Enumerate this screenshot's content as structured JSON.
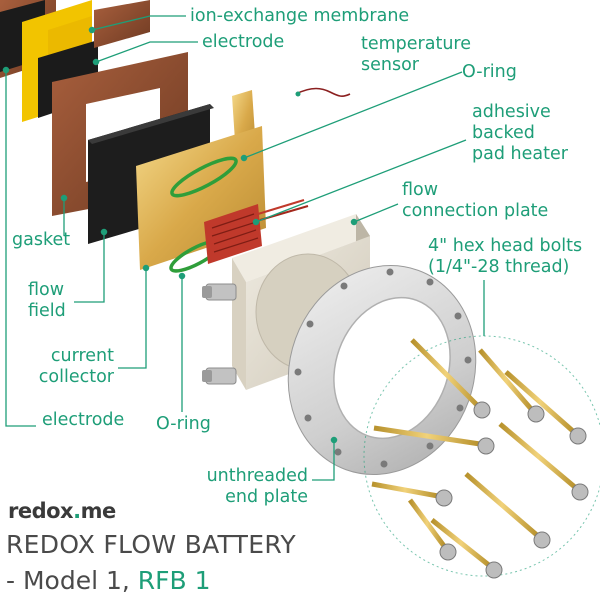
{
  "labels": {
    "ion_exchange_membrane": "ion-exchange membrane",
    "electrode_top": "electrode",
    "temperature_sensor": [
      "temperature",
      "sensor"
    ],
    "o_ring_top": "O-ring",
    "adhesive_pad_heater": [
      "adhesive",
      "backed",
      "pad heater"
    ],
    "flow_connection_plate": [
      "flow",
      "connection plate"
    ],
    "hex_bolts": [
      "4\" hex head bolts",
      "(1/4\"-28 thread)"
    ],
    "gasket": "gasket",
    "flow_field": [
      "flow",
      "field"
    ],
    "current_collector": [
      "current",
      "collector"
    ],
    "electrode_bottom": "electrode",
    "o_ring_bottom": "O-ring",
    "unthreaded_end_plate": [
      "unthreaded",
      "end plate"
    ]
  },
  "brand": {
    "name_left": "redox",
    "name_dot": ".",
    "name_right": "me"
  },
  "title": {
    "line1": "REDOX FLOW BATTERY",
    "line2_prefix": "- Model 1, ",
    "line2_accent": "RFB 1"
  },
  "colors": {
    "label": "#1e9e78",
    "leader": "#1e9e78",
    "title": "#4a4a4a",
    "copper": "#8a4a2c",
    "gold": "#e0b24e",
    "felt_black": "#1b1b1b",
    "membrane_yellow": "#f2c400",
    "steel": "#cfcfcf",
    "heater_red": "#c0392b"
  }
}
